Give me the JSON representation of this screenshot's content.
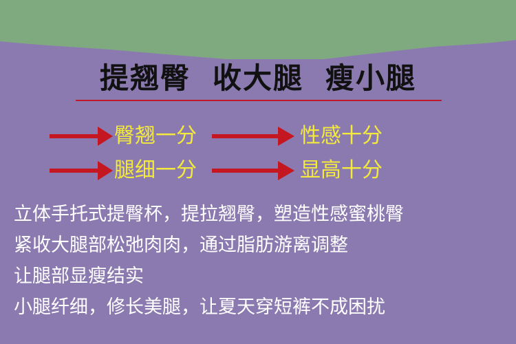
{
  "colors": {
    "background": "#8b7ab0",
    "top_band": "#7faa80",
    "arrow": "#c41722",
    "highlight_text": "#f4ea3c",
    "body_text": "#ffffff",
    "headline_text": "#111111",
    "rule": "#c0192a"
  },
  "headline": {
    "parts": [
      "提翘臀",
      "收大腿",
      "瘦小腿"
    ]
  },
  "benefits": [
    {
      "left": "臀翘一分",
      "right": "性感十分",
      "icon": "red-right-arrow"
    },
    {
      "left": "腿细一分",
      "right": "显高十分",
      "icon": "red-right-arrow"
    }
  ],
  "descriptions": [
    "立体手托式提臀杯，提拉翘臀，塑造性感蜜桃臀",
    "紧收大腿部松弛肉肉，通过脂肪游离调整",
    "让腿部显瘦结实",
    "小腿纤细，修长美腿，让夏天穿短裤不成困扰"
  ]
}
